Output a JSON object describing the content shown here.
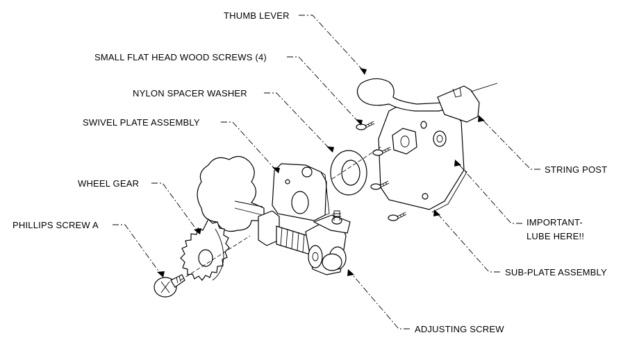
{
  "labels": {
    "thumb_lever": "THUMB LEVER",
    "wood_screws": "SMALL FLAT HEAD WOOD SCREWS (4)",
    "spacer_washer": "NYLON SPACER WASHER",
    "swivel_plate": "SWIVEL PLATE ASSEMBLY",
    "wheel_gear": "WHEEL GEAR",
    "phillips_screw": "PHILLIPS SCREW A",
    "string_post": "STRING POST",
    "important_line1": "IMPORTANT-",
    "important_line2": "LUBE HERE!!",
    "sub_plate": "SUB-PLATE ASSEMBLY",
    "adjusting_screw": "ADJUSTING SCREW"
  },
  "colors": {
    "ink": "#000000",
    "paper": "#ffffff"
  }
}
